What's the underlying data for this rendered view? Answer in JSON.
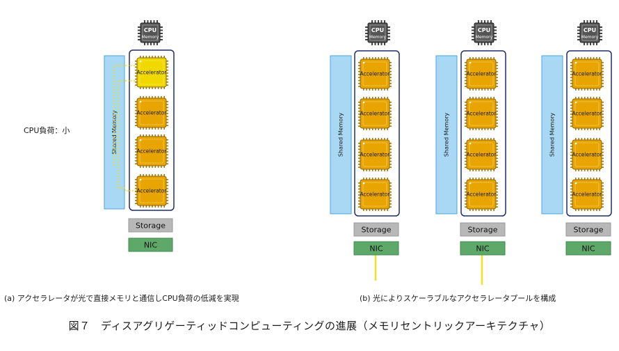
{
  "labels": {
    "cpu_line1": "CPU",
    "cpu_line2": "Memory",
    "accelerator": "Accelerator",
    "shared_memory": "Shared Memory",
    "storage": "Storage",
    "nic": "NIC"
  },
  "left_note": "CPU負荷：小",
  "caption_a": "(a)  アクセラレータが光で直接メモリと通信しCPU負荷の低減を実現",
  "caption_b": "(b)  光によりスケーラブルなアクセラレータプールを構成",
  "figure_title": "図７　ディスアグリゲーティッドコンピューティングの進展（メモリセントリックアーキテクチャ）",
  "colors": {
    "accelerator": "#e8a400",
    "accelerator_highlight": "#f0d800",
    "accelerator_border": "#8a6400",
    "shared_memory_fill": "#a8d8f4",
    "shared_memory_border": "#4aa6dc",
    "node_border": "#1f2d6b",
    "storage": "#b8b8b8",
    "nic": "#5ea86a",
    "optical_link": "#f0e020",
    "cpu_chip": "#555555"
  }
}
